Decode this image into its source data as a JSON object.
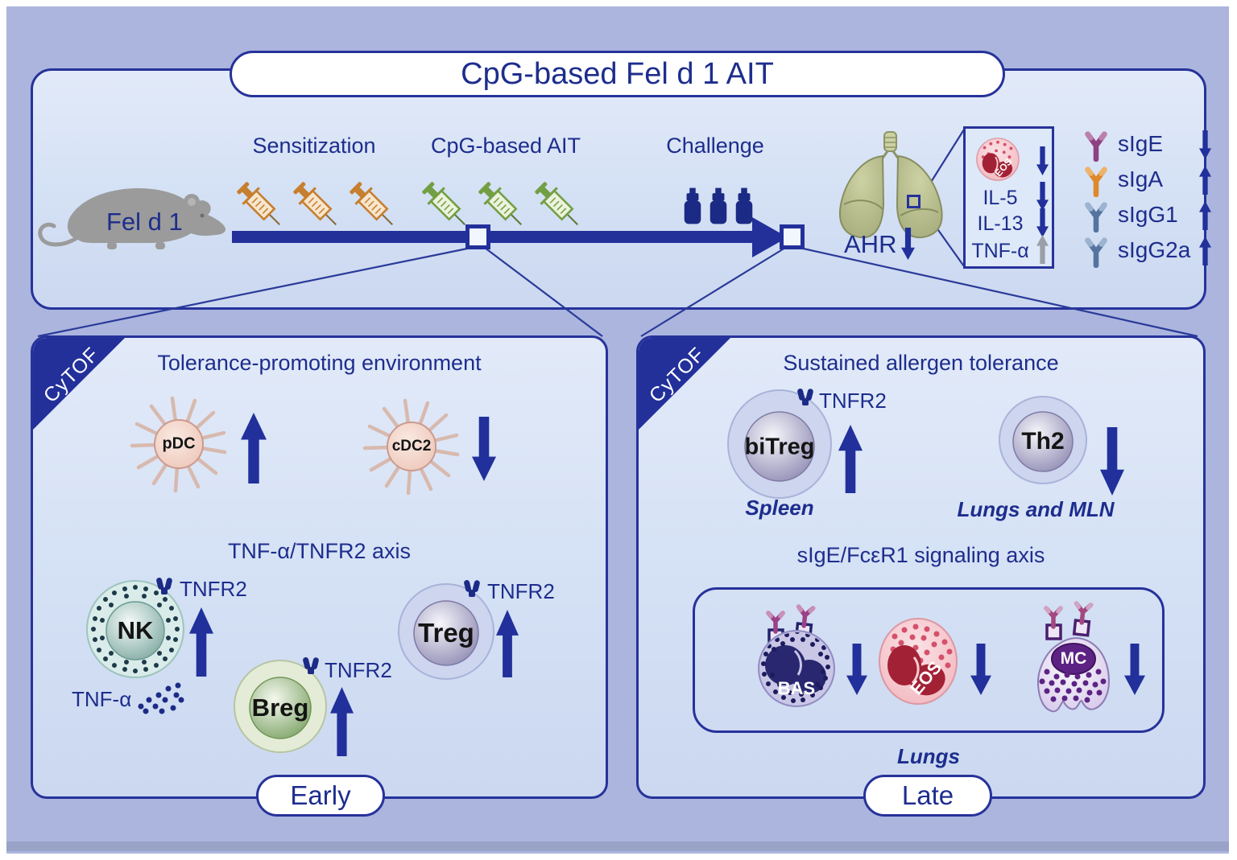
{
  "figure_title": "CpG-based Fel d 1 AIT",
  "timeline": {
    "mouse_label": "Fel d 1",
    "stage_labels": [
      "Sensitization",
      "CpG-based AIT",
      "Challenge"
    ],
    "sensitization_injections": 3,
    "ait_injections": 3,
    "challenge_doses": 3
  },
  "outcomes": {
    "ahr": {
      "label": "AHR",
      "direction": "down"
    },
    "lung_inset": {
      "cell": {
        "label": "EOS",
        "direction": "down"
      },
      "cytokines": [
        {
          "label": "IL-5",
          "direction": "down"
        },
        {
          "label": "IL-13",
          "direction": "down"
        },
        {
          "label": "TNF-α",
          "direction": "up"
        }
      ]
    },
    "antibodies": [
      {
        "label": "sIgE",
        "direction": "down",
        "color": "#8e4180"
      },
      {
        "label": "sIgA",
        "direction": "up",
        "color": "#df882b"
      },
      {
        "label": "sIgG1",
        "direction": "up",
        "color": "#55739f"
      },
      {
        "label": "sIgG2a",
        "direction": "up",
        "color": "#55739f"
      }
    ]
  },
  "early_panel": {
    "ribbon": "CyTOF",
    "badge": "Early",
    "section1": {
      "title": "Tolerance-promoting environment",
      "cells": [
        {
          "label": "pDC",
          "direction": "up"
        },
        {
          "label": "cDC2",
          "direction": "down"
        }
      ]
    },
    "section2": {
      "title": "TNF-α/TNFR2 axis",
      "ligand_label": "TNF-α",
      "receptor_label": "TNFR2",
      "cells": [
        {
          "label": "NK",
          "direction": "up",
          "receptor": "TNFR2"
        },
        {
          "label": "Breg",
          "direction": "up",
          "receptor": "TNFR2"
        },
        {
          "label": "Treg",
          "direction": "up",
          "receptor": "TNFR2"
        }
      ]
    }
  },
  "late_panel": {
    "ribbon": "CyTOF",
    "badge": "Late",
    "section1": {
      "title": "Sustained allergen tolerance",
      "cells": [
        {
          "label": "biTreg",
          "direction": "up",
          "receptor": "TNFR2",
          "location": "Spleen"
        },
        {
          "label": "Th2",
          "direction": "down",
          "location": "Lungs and MLN"
        }
      ]
    },
    "section2": {
      "title": "sIgE/FcεR1 signaling axis",
      "location": "Lungs",
      "cells": [
        {
          "label": "BAS",
          "direction": "down"
        },
        {
          "label": "EOS",
          "direction": "down"
        },
        {
          "label": "MC",
          "direction": "down"
        }
      ]
    }
  },
  "colors": {
    "background": "#abb5de",
    "panel_fill": "#d9e3f6",
    "outline_navy": "#26329a",
    "text_navy": "#1d2d8d",
    "arrow_navy": "#21309b",
    "arrow_gray": "#9aa0aa",
    "syringe_orange": "#c67f2f",
    "syringe_green": "#739f44",
    "dropper_navy": "#1b2a85",
    "lung_olive": "#b0b685"
  }
}
